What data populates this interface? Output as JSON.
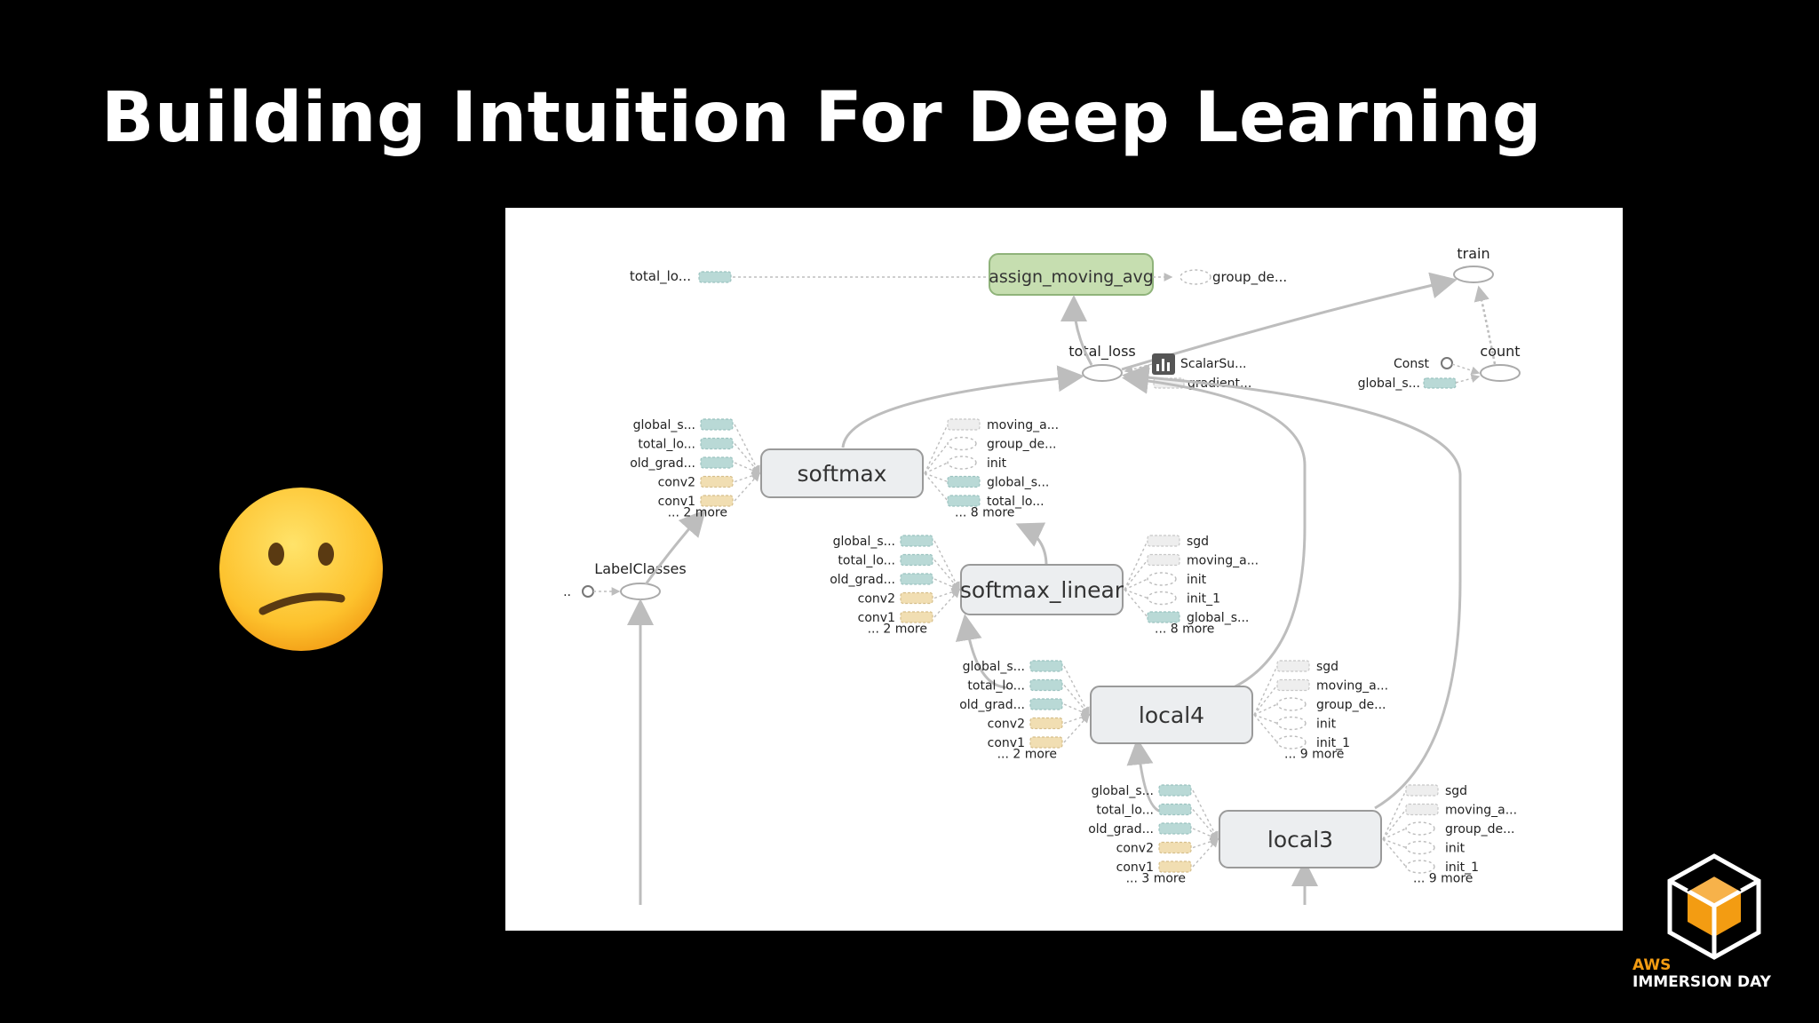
{
  "slide": {
    "title": "Building Intuition For Deep Learning"
  },
  "branding": {
    "aws": "AWS",
    "event": "IMMERSION DAY",
    "accent_color": "#f39c12"
  },
  "emoji_icon": "confused-face",
  "graph": {
    "top": {
      "assign_node": "assign_moving_avg",
      "left_label": "total_lo...",
      "right_label": "group_de...",
      "train": "train",
      "total_loss": "total_loss",
      "scalar": "ScalarSu...",
      "gradient": "gradient...",
      "const": "Const",
      "count": "count",
      "global_s": "global_s..."
    },
    "label_classes": "LabelClasses",
    "label_classes_prefix": "..",
    "nodes": [
      {
        "name": "softmax",
        "inputs": [
          "global_s...",
          "total_lo...",
          "old_grad...",
          "conv2",
          "conv1"
        ],
        "inputs_more": "... 2 more",
        "outputs": [
          "moving_a...",
          "group_de...",
          "init",
          "global_s...",
          "total_lo..."
        ],
        "outputs_more": "... 8 more"
      },
      {
        "name": "softmax_linear",
        "inputs": [
          "global_s...",
          "total_lo...",
          "old_grad...",
          "conv2",
          "conv1"
        ],
        "inputs_more": "... 2 more",
        "outputs": [
          "sgd",
          "moving_a...",
          "init",
          "init_1",
          "global_s..."
        ],
        "outputs_more": "... 8 more"
      },
      {
        "name": "local4",
        "inputs": [
          "global_s...",
          "total_lo...",
          "old_grad...",
          "conv2",
          "conv1"
        ],
        "inputs_more": "... 2 more",
        "outputs": [
          "sgd",
          "moving_a...",
          "group_de...",
          "init",
          "init_1"
        ],
        "outputs_more": "... 9 more"
      },
      {
        "name": "local3",
        "inputs": [
          "global_s...",
          "total_lo...",
          "old_grad...",
          "conv2",
          "conv1"
        ],
        "inputs_more": "... 3 more",
        "outputs": [
          "sgd",
          "moving_a...",
          "group_de...",
          "init",
          "init_1"
        ],
        "outputs_more": "... 9 more"
      }
    ]
  }
}
